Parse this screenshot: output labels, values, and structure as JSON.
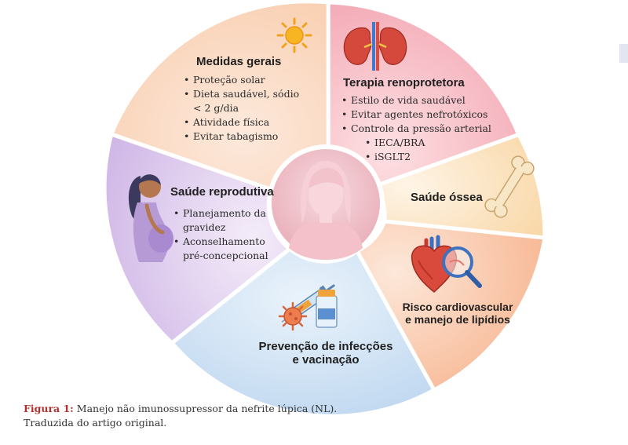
{
  "sections": {
    "general": {
      "title": "Medidas gerais",
      "items": [
        "Proteção solar",
        "Dieta saudável, sódio < 2 g/dia",
        "Atividade física",
        "Evitar tabagismo"
      ],
      "icon": "sun-icon"
    },
    "renal": {
      "title": "Terapia renoprotetora",
      "items": [
        "Estilo de vida saudável",
        "Evitar agentes nefrotóxicos",
        "Controle da pressão arterial"
      ],
      "subitems": [
        "IECA/BRA",
        "iSGLT2"
      ],
      "icon": "kidney-icon"
    },
    "bone": {
      "title": "Saúde óssea",
      "icon": "bone-icon"
    },
    "cardio": {
      "title_line1": "Risco cardiovascular",
      "title_line2": "e manejo de lipídios",
      "icon": "heart-magnifier-icon"
    },
    "infection": {
      "title_line1": "Prevenção de infecções",
      "title_line2": "e vacinação",
      "icon": "vaccine-virus-icon"
    },
    "reproductive": {
      "title": "Saúde reprodutiva",
      "items": [
        "Planejamento da gravidez",
        "Aconselhamento pré-concepcional"
      ],
      "icon": "pregnant-woman-icon"
    },
    "center": {
      "icon": "woman-avatar-icon"
    }
  },
  "caption": {
    "label": "Figura 1:",
    "text": "Manejo não imunossupressor da nefrite lúpica (NL).",
    "line2": "Traduzida do artigo original."
  },
  "colors": {
    "general": "#fce3d2",
    "renal": "#f9c9cf",
    "bone": "#fdebd4",
    "cardio": "#fcd7c2",
    "infection": "#d7e7f6",
    "reproductive": "#e6d8f0",
    "center": "#f1c5ce",
    "caption_label": "#b0302e"
  }
}
